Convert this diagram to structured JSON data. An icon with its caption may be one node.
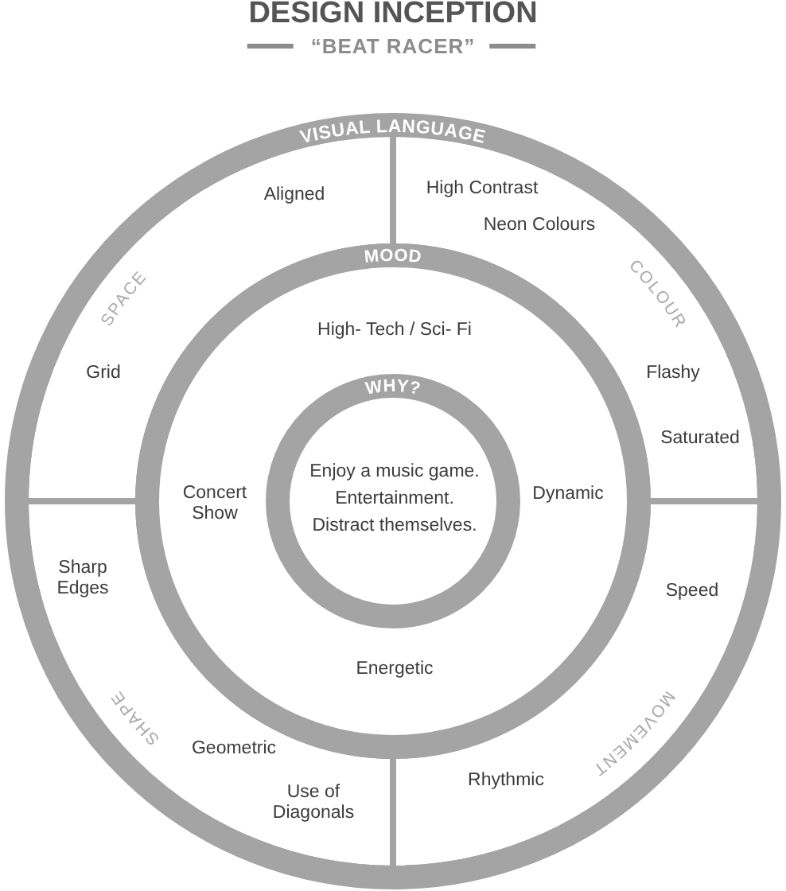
{
  "diagram": {
    "title": "DESIGN INCEPTION",
    "nodes": [
      {
        "text": [
          "VISUAL LANGUAGE"
        ]
      },
      {
        "text": [
          "Aligned",
          "SPACE",
          "Grid"
        ],
        "in": 0
      },
      {
        "text": [
          "High Contrast",
          "Neon Colours",
          "COLOUR",
          "Flashy",
          "Saturated"
        ],
        "in": 0
      },
      {
        "text": [
          "Speed",
          "MOVEMENT",
          "Rhythmic"
        ],
        "in": 0
      },
      {
        "text": [
          "Sharp Edges",
          "SHAPE",
          "Geometric",
          "Use of Diagonals"
        ],
        "in": 0
      },
      {
        "text": [
          "MOOD",
          "High- Tech / Sci- Fi",
          "Concert Show",
          "Dynamic",
          "Energetic"
        ],
        "in": 0
      },
      {
        "text": [
          "WHY?",
          "Enjoy a music game.",
          "Entertainment.",
          "Distract themselves."
        ],
        "in": 5
      }
    ],
    "labels": [
      "“BEAT RACER”"
    ]
  }
}
